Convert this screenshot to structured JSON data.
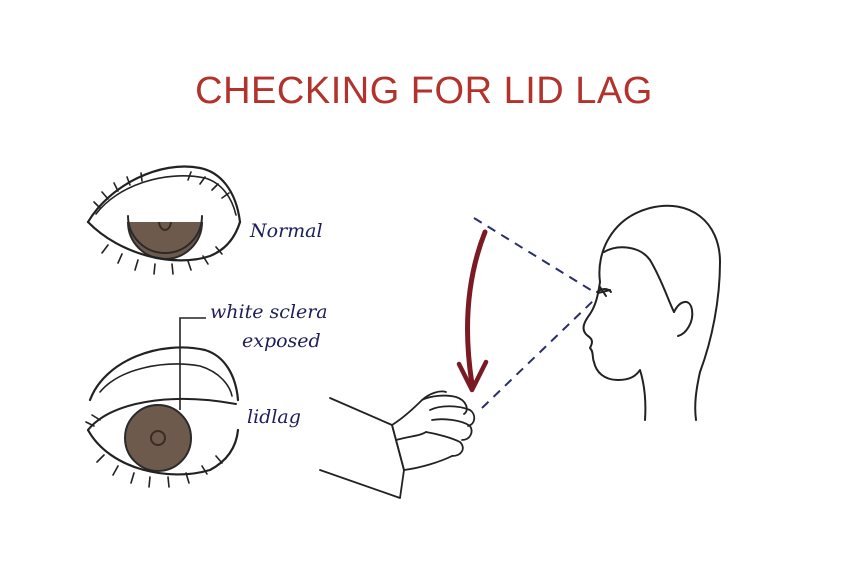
{
  "title": "CHECKING FOR LID LAG",
  "labels": {
    "normal": "Normal",
    "sclera_line1": "white sclera",
    "sclera_line2": "exposed",
    "lidlag": "lidlag"
  },
  "colors": {
    "title": "#b3322b",
    "label_ink": "#1d1d5a",
    "line": "#222222",
    "iris": "#6e5a4c",
    "pupil_ring": "#3a2c22",
    "arrow": "#7a1a22",
    "dashed": "#2a2d6e"
  },
  "icons": {
    "normal_eye": "normal-eye-icon",
    "lid_lag_eye": "lid-lag-eye-icon",
    "examiner_hand": "examiner-hand-icon",
    "patient_head": "patient-head-icon",
    "down_arrow": "downward-arrow-icon"
  }
}
